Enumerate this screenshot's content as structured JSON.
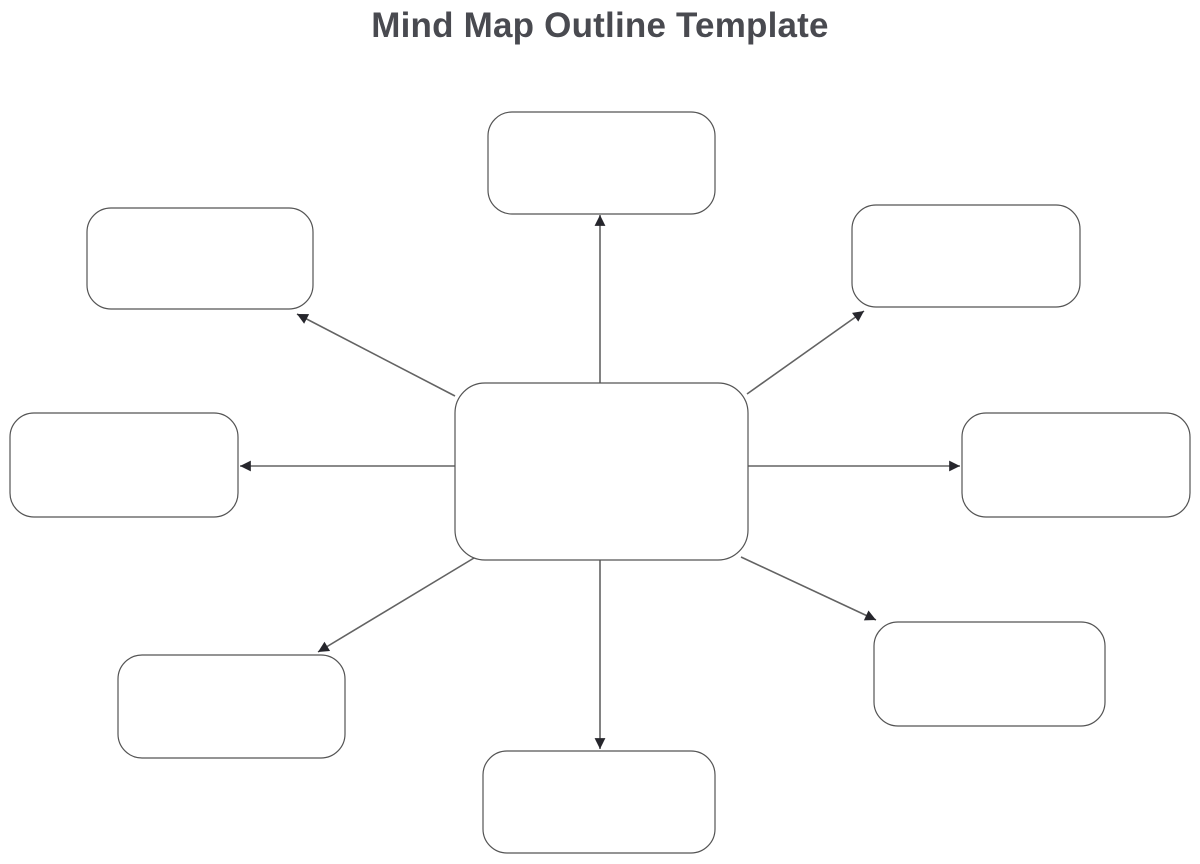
{
  "page": {
    "title": "Mind Map Outline Template"
  },
  "diagram": {
    "type": "mind-map-outline",
    "center": {
      "id": "central-topic",
      "label": ""
    },
    "branches": [
      {
        "id": "branch-top",
        "direction": "top",
        "label": ""
      },
      {
        "id": "branch-top-left",
        "direction": "top-left",
        "label": ""
      },
      {
        "id": "branch-top-right",
        "direction": "top-right",
        "label": ""
      },
      {
        "id": "branch-left",
        "direction": "left",
        "label": ""
      },
      {
        "id": "branch-right",
        "direction": "right",
        "label": ""
      },
      {
        "id": "branch-bottom-left",
        "direction": "bottom-left",
        "label": ""
      },
      {
        "id": "branch-bottom",
        "direction": "bottom",
        "label": ""
      },
      {
        "id": "branch-bottom-right",
        "direction": "bottom-right",
        "label": ""
      }
    ],
    "connectors": {
      "count": 8,
      "style": "straight-line-solid-arrowhead",
      "from": "central-topic",
      "pointing": "outward"
    },
    "colors": {
      "background": "#ffffff",
      "title_text": "#494a50",
      "node_fill": "#ffffff",
      "node_border": "#545454",
      "connector_line": "#636363",
      "arrowhead": "#26262c"
    }
  }
}
